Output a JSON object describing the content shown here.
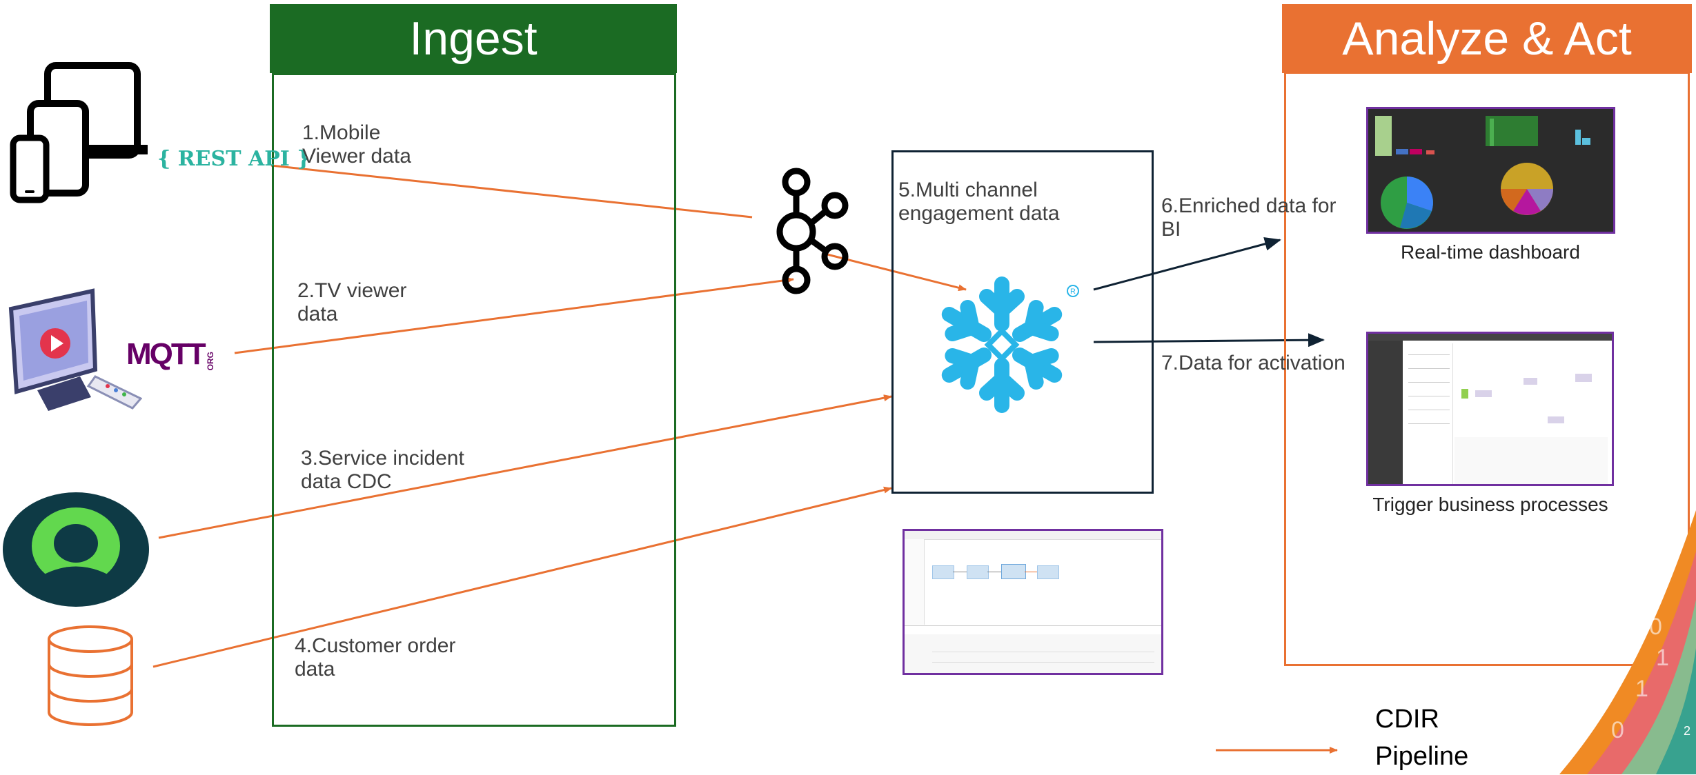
{
  "panels": {
    "ingest_title": "Ingest",
    "analyze_title": "Analyze & Act"
  },
  "sources": {
    "rest_api": "{ REST API }",
    "mqtt": "MQTT",
    "mqtt_org": "ORG"
  },
  "flows": {
    "step1": "1.Mobile\nViewer data",
    "step2": "2.TV viewer\ndata",
    "step3": "3.Service incident\ndata CDC",
    "step4": "4.Customer order\ndata",
    "step5": "5.Multi channel\nengagement data",
    "step6": "6.Enriched data for\nBI",
    "step7": "7.Data for activation"
  },
  "outputs": {
    "dashboard_caption": "Real-time dashboard",
    "trigger_caption": "Trigger business processes"
  },
  "legend": {
    "label": "CDIR\nPipeline"
  },
  "page_number": "2",
  "colors": {
    "ingest_green": "#1b6b23",
    "analyze_orange": "#e97132",
    "arrow_orange": "#e97132",
    "arrow_navy": "#0f2233",
    "snowflake_blue": "#29b5e8"
  }
}
